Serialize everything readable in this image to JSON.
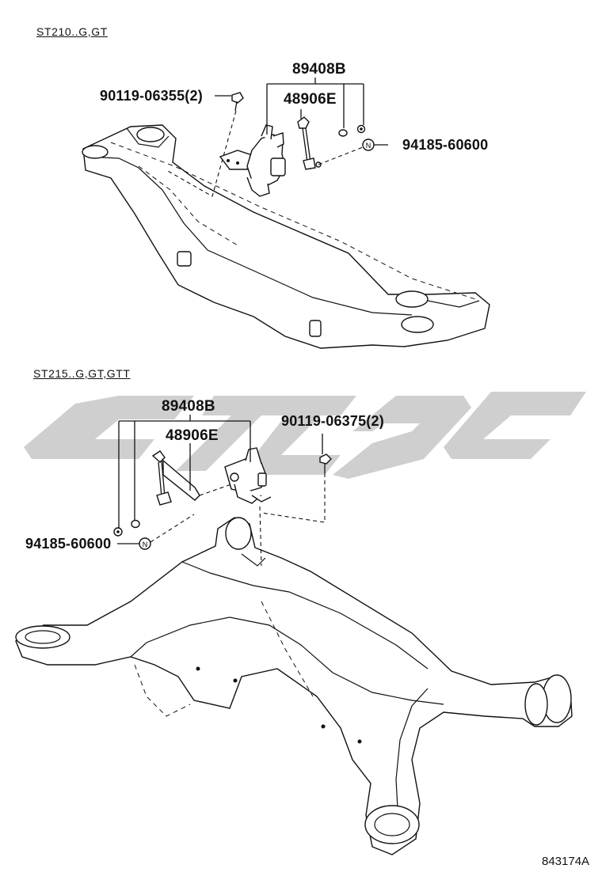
{
  "diagram": {
    "watermark_color": "#cfcfcf",
    "ink_color": "#111111",
    "top_section": {
      "model_label": "ST210..G,GT",
      "parts": {
        "sensor_assy": "89408B",
        "link": "48906E",
        "bolt": "90119-06355(2)",
        "nut": "94185-60600"
      }
    },
    "bottom_section": {
      "model_label": "ST215..G,GT,GTT",
      "parts": {
        "sensor_assy": "89408B",
        "link": "48906E",
        "bolt": "90119-06375(2)",
        "nut": "94185-60600"
      }
    },
    "reference_code": "843174A",
    "icons": [
      "nut-n-icon",
      "washer-icon",
      "bolt-icon",
      "height-sensor-icon",
      "link-rod-icon"
    ]
  }
}
